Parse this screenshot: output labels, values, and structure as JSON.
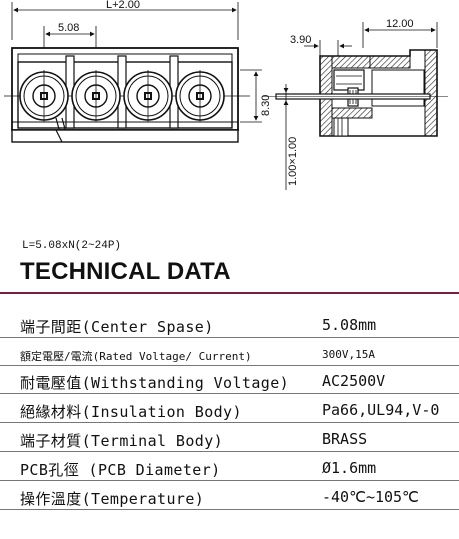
{
  "drawing": {
    "dim_overall": "L+2.00",
    "dim_pitch": "5.08",
    "dim_height": "8.30",
    "dim_side_width": "12.00",
    "dim_side_offset": "3.90",
    "dim_pin": "1.00×1.00"
  },
  "formula": "L=5.08xN(2~24P)",
  "section_title": "TECHNICAL DATA",
  "specs": [
    {
      "label": "端子間距(Center Spase)",
      "value": "5.08mm"
    },
    {
      "label": "額定電壓/電流(Rated Voltage/ Current)",
      "value": "300V,15A"
    },
    {
      "label": "耐電壓值(Withstanding Voltage)",
      "value": "AC2500V"
    },
    {
      "label": "絕緣材料(Insulation Body)",
      "value": "Pa66,UL94,V-0"
    },
    {
      "label": "端子材質(Terminal Body)",
      "value": "BRASS"
    },
    {
      "label": "PCB孔徑 (PCB Diameter)",
      "value": "Ø1.6mm"
    },
    {
      "label": "操作溫度(Temperature)",
      "value": "-40℃~105℃"
    }
  ],
  "colors": {
    "accent_rule": "#7a1f3d",
    "ink": "#111111"
  }
}
